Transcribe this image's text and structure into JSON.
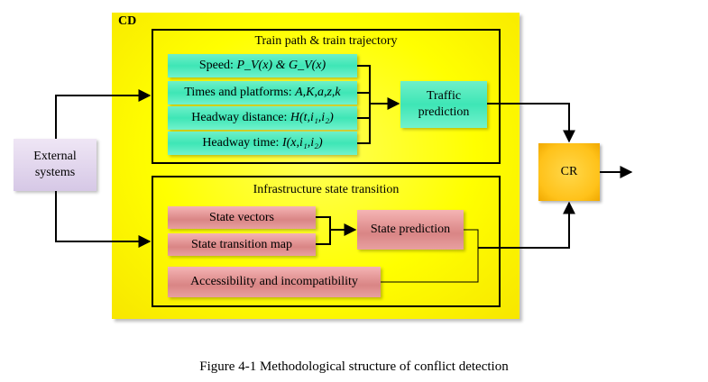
{
  "diagram": {
    "cd_label": "CD",
    "train_path_frame": {
      "title": "Train path & train trajectory",
      "items": [
        {
          "label": "Speed: ",
          "formula": "P_V(x) & G_V(x)"
        },
        {
          "label": "Times and platforms: ",
          "formula": "A,K,a,z,k"
        },
        {
          "label": "Headway distance: ",
          "formula": "H(t,i₁,i₂)"
        },
        {
          "label": "Headway time: ",
          "formula": "I(x,i₁,i₂)"
        }
      ],
      "output": "Traffic prediction"
    },
    "infrastructure_frame": {
      "title": "Infrastructure state transition",
      "items": [
        {
          "label": "State vectors"
        },
        {
          "label": "State transition map"
        },
        {
          "label": "Accessibility and incompatibility"
        }
      ],
      "output": "State prediction"
    },
    "external_systems": "External systems",
    "cr": "CR",
    "colors": {
      "cd_background": "#ffff00",
      "green_box": "#3ee6b6",
      "red_box": "#d98585",
      "external_box": "#d6c8e6",
      "cr_box": "#ffc21a"
    }
  },
  "caption": "Figure 4-1 Methodological structure of conflict detection"
}
